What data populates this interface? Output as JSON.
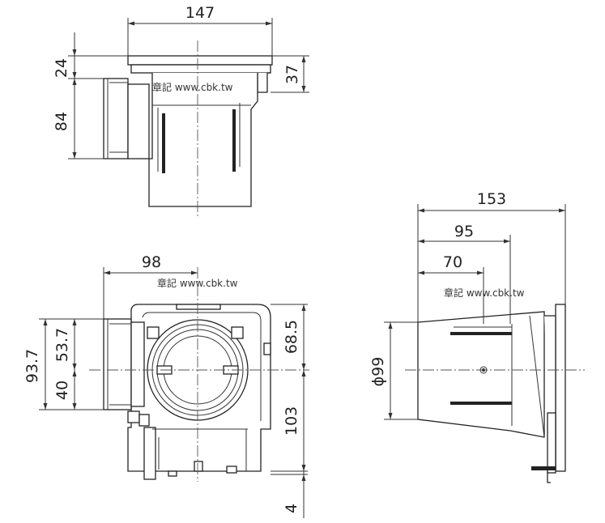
{
  "watermark": "章記 www.cbk.tw",
  "top_view": {
    "width": "147",
    "height_flange": "24",
    "height_body": "84",
    "height_right": "37"
  },
  "front_view": {
    "width_half": "98",
    "height_total": "93.7",
    "height_upper": "53.7",
    "height_lower": "40",
    "height_right_upper": "68.5",
    "height_right_lower": "103",
    "height_bottom": "4"
  },
  "side_view": {
    "width_total": "153",
    "width_mid": "95",
    "width_short": "70",
    "diameter": "ϕ99"
  }
}
